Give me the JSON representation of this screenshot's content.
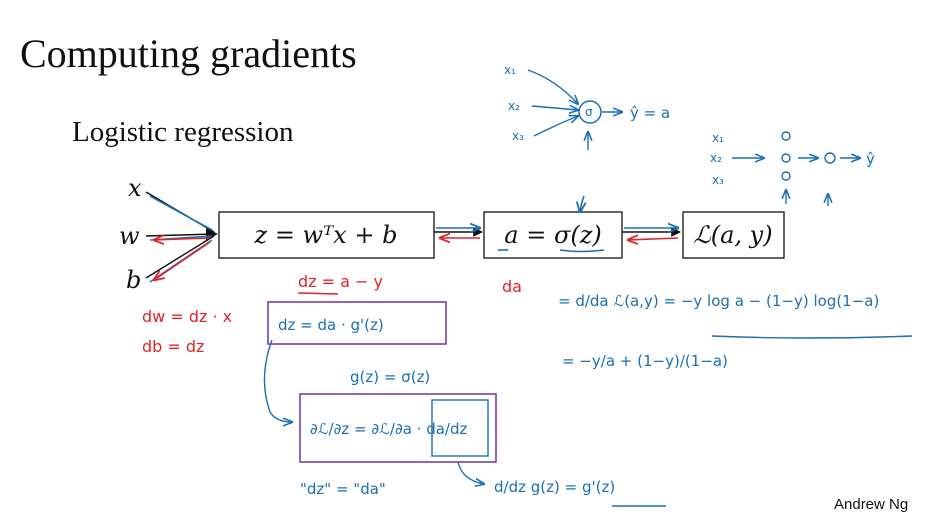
{
  "slide": {
    "title": "Computing gradients",
    "subtitle": "Logistic regression",
    "author": "Andrew Ng"
  },
  "graph": {
    "inputs": [
      "x",
      "w",
      "b"
    ],
    "box_linear": "z = wᵀx + b",
    "box_activation": "a = σ(z)",
    "box_loss": "ℒ(a, y)"
  },
  "ink_red": {
    "dz_top": "dz = a − y",
    "da": "da",
    "dw": "dw = dz · x",
    "db": "db = dz"
  },
  "ink_blue": {
    "da_rhs": "= d/da ℒ(a,y) = −y log a − (1−y) log(1−a)",
    "da_simplified": "= −y/a + (1−y)/(1−a)",
    "dz_formula": "dz = da · g'(z)",
    "g_def": "g(z) = σ(z)",
    "chain_rule": "∂ℒ/∂z = ∂ℒ/∂a · da/dz",
    "chain_quotes": "\"dz\" = \"da\"",
    "g_prime": "d/dz g(z) = g'(z)",
    "mini_net_top_inputs": [
      "x₁",
      "x₂",
      "x₃"
    ],
    "mini_net_top_node": "σ",
    "mini_net_top_out": "ŷ = a",
    "mini_net_right_inputs": [
      "x₁",
      "x₂",
      "x₃"
    ],
    "mini_net_right_out": "ŷ"
  },
  "colors": {
    "ink_red": "#e0242a",
    "ink_blue": "#1a6fb3",
    "ink_purple": "#7b3fa8",
    "box_border": "#111111"
  }
}
